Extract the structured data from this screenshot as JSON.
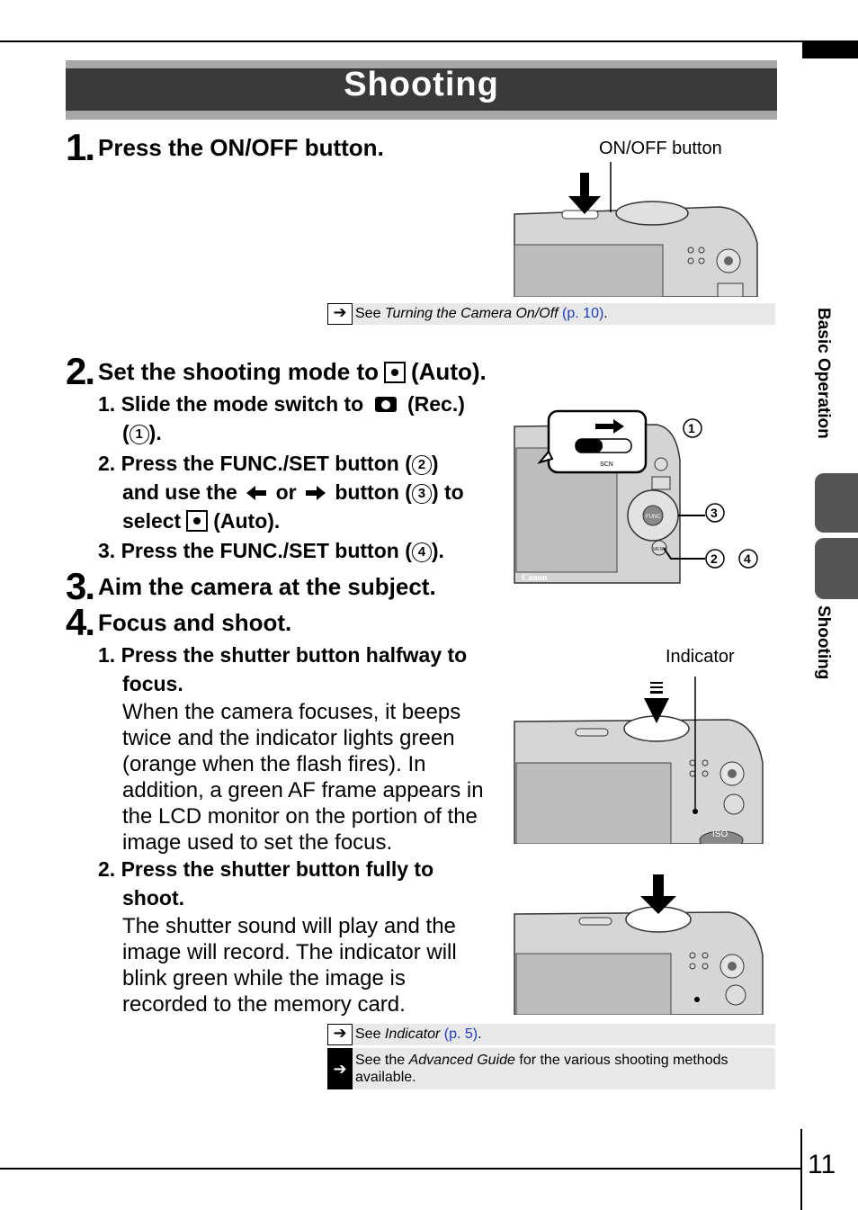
{
  "title": "Shooting",
  "sidebar": {
    "section": "Basic Operation",
    "subsection": "Shooting"
  },
  "page_number": "11",
  "steps": [
    {
      "num": "1.",
      "heading": "Press the ON/OFF button.",
      "image_label": "ON/OFF button"
    },
    {
      "num": "2.",
      "heading_pre": "Set the shooting mode to",
      "heading_post": "(Auto).",
      "subs": [
        {
          "pre": "1. Slide the mode switch to",
          "post": "(Rec.)",
          "line2_pre": "(",
          "c": "1",
          "line2_post": ")."
        },
        {
          "l1_pre": "2. Press the FUNC./SET button (",
          "c1": "2",
          "l1_post": ")",
          "l2_a": "and use the",
          "l2_b": "or",
          "l2_c": "button (",
          "c2": "3",
          "l2_d": ") to",
          "l3_a": "select",
          "l3_b": "(Auto)."
        },
        {
          "pre": "3. Press the FUNC./SET button (",
          "c": "4",
          "post": ")."
        }
      ],
      "callouts": [
        "1",
        "3",
        "2",
        "4"
      ]
    },
    {
      "num": "3.",
      "heading": "Aim the camera at the subject."
    },
    {
      "num": "4.",
      "heading": "Focus and shoot.",
      "sub1_title_a": "1. Press the shutter button halfway to",
      "sub1_title_b": "focus.",
      "sub1_body": [
        "When the camera focuses, it beeps",
        "twice and the indicator lights green",
        "(orange when the flash fires). In",
        "addition, a green AF frame appears in",
        "the LCD monitor on the portion of the",
        "image used to set the focus."
      ],
      "sub2_title_a": "2. Press the shutter button fully to",
      "sub2_title_b": "shoot.",
      "sub2_body": [
        "The shutter sound will play and the",
        "image will record. The indicator will",
        "blink green while the image is",
        "recorded to the memory card."
      ],
      "indicator_label": "Indicator"
    }
  ],
  "notes": {
    "n1": {
      "pre": "See ",
      "em": "Turning the Camera On/Off",
      "link": "(p. 10)",
      "post": "."
    },
    "n2": {
      "pre": "See ",
      "em": "Indicator",
      "link": "(p. 5)",
      "post": "."
    },
    "n3": {
      "pre": "See the ",
      "em": "Advanced Guide",
      "post": " for the various shooting methods",
      "line2": "available."
    }
  },
  "camera": {
    "brand": "Canon",
    "func": "FUNC",
    "menu": "MENU",
    "iso": "ISO",
    "scn": "SCN"
  }
}
